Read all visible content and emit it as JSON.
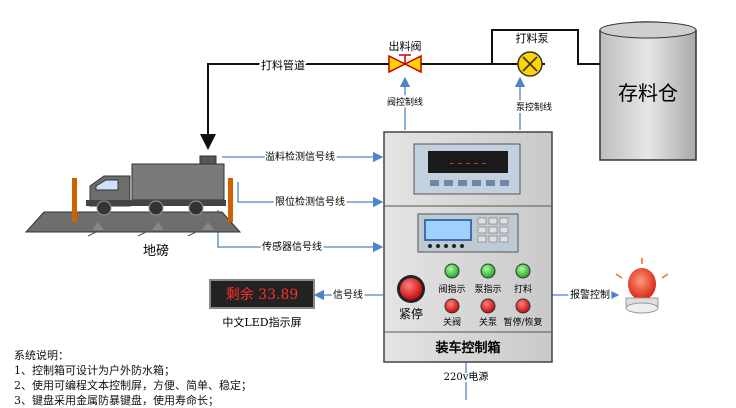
{
  "silo": {
    "label": "存料仓"
  },
  "pump": {
    "label": "打料泵",
    "signal_line": "泵控制线"
  },
  "valve": {
    "label": "出料阀",
    "signal_line": "阀控制线"
  },
  "pipe": {
    "label": "打料管道"
  },
  "scale": {
    "label": "地磅"
  },
  "signals": {
    "overflow": "溢料检测信号线",
    "limit": "限位检测信号线",
    "sensor": "传感器信号线",
    "led": "信号线",
    "alarm": "报警控制",
    "power": "220v电源"
  },
  "led_display": {
    "text": "剩余 33.89",
    "caption": "中文LED指示屏"
  },
  "cabinet": {
    "title": "装车控制箱",
    "estop": "紧停",
    "indicators": [
      "阀指示",
      "泵指示",
      "打料"
    ],
    "buttons": [
      "关阀",
      "关泵",
      "暂停/恢复"
    ]
  },
  "notes": {
    "title": "系统说明：",
    "lines": [
      "1、控制箱可设计为户外防水箱；",
      "2、使用可编程文本控制屏，方便、简单、稳定；",
      "3、键盘采用金属防暴键盘，使用寿命长；"
    ]
  },
  "colors": {
    "cabinet": "#d8d8d8",
    "signal_line": "#4a86c8",
    "led_text": "#ff3030",
    "estop": "#e01010",
    "indicator": "#33bb33"
  }
}
